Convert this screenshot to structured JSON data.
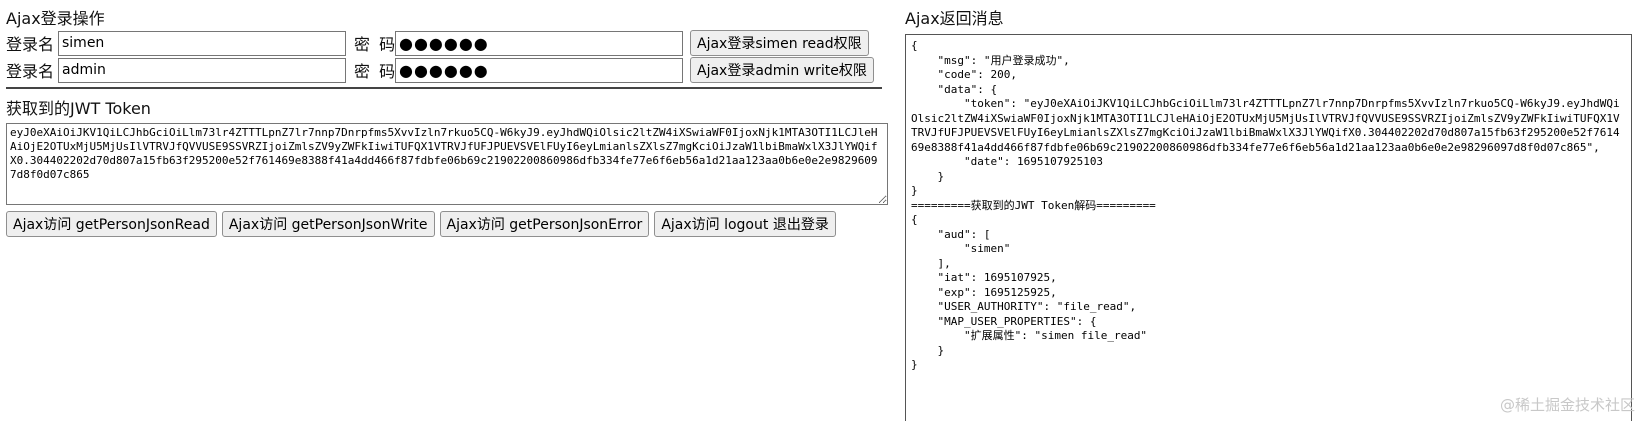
{
  "login_section": {
    "title": "Ajax登录操作",
    "username_label": "登录名",
    "password_label": "密 码",
    "rows": [
      {
        "username": "simen",
        "password": "●●●●●●",
        "button": "Ajax登录simen read权限"
      },
      {
        "username": "admin",
        "password": "●●●●●●",
        "button": "Ajax登录admin write权限"
      }
    ]
  },
  "token_section": {
    "title": "获取到的JWT Token",
    "token": "eyJ0eXAiOiJKV1QiLCJhbGciOiLlm73lr4ZTTTLpnZ7lr7nnp7Dnrpfms5XvvIzln7rkuo5CQ-W6kyJ9.eyJhdWQiOlsic2ltZW4iXSwiaWF0IjoxNjk1MTA3OTI1LCJleHAiOjE2OTUxMjU5MjUsIlVTRVJfQVVUSE9SSVRZIjoiZmlsZV9yZWFkIiwiTUFQX1VTRVJfUFJPUEVSVElFUyI6eyLmianlsZXlsZ7mgKciOiJzaW1lbiBmaWxlX3JlYWQifX0.304402202d70d807a15fb63f295200e52f761469e8388f41a4dd466f87fdbfe06b69c21902200860986dfb334fe77e6f6eb56a1d21aa123aa0b6e0e2e98296097d8f0d07c865"
  },
  "actions": [
    {
      "label": "Ajax访问 getPersonJsonRead"
    },
    {
      "label": "Ajax访问 getPersonJsonWrite"
    },
    {
      "label": "Ajax访问 getPersonJsonError"
    },
    {
      "label": "Ajax访问 logout 退出登录"
    }
  ],
  "response_panel": {
    "title": "Ajax返回消息",
    "content": "{\n    \"msg\": \"用户登录成功\",\n    \"code\": 200,\n    \"data\": {\n        \"token\": \"eyJ0eXAiOiJKV1QiLCJhbGciOiLlm73lr4ZTTTLpnZ7lr7nnp7Dnrpfms5XvvIzln7rkuo5CQ-W6kyJ9.eyJhdWQiOlsic2ltZW4iXSwiaWF0IjoxNjk1MTA3OTI1LCJleHAiOjE2OTUxMjU5MjUsIlVTRVJfQVVUSE9SSVRZIjoiZmlsZV9yZWFkIiwiTUFQX1VTRVJfUFJPUEVSVElFUyI6eyLmianlsZXlsZ7mgKciOiJzaW1lbiBmaWxlX3JlYWQifX0.304402202d70d807a15fb63f295200e52f761469e8388f41a4dd466f87fdbfe06b69c21902200860986dfb334fe77e6f6eb56a1d21aa123aa0b6e0e2e98296097d8f0d07c865\",\n        \"date\": 1695107925103\n    }\n}\n=========获取到的JWT Token解码=========\n{\n    \"aud\": [\n        \"simen\"\n    ],\n    \"iat\": 1695107925,\n    \"exp\": 1695125925,\n    \"USER_AUTHORITY\": \"file_read\",\n    \"MAP_USER_PROPERTIES\": {\n        \"扩展属性\": \"simen file_read\"\n    }\n}"
  },
  "watermark": "@稀土掘金技术社区"
}
